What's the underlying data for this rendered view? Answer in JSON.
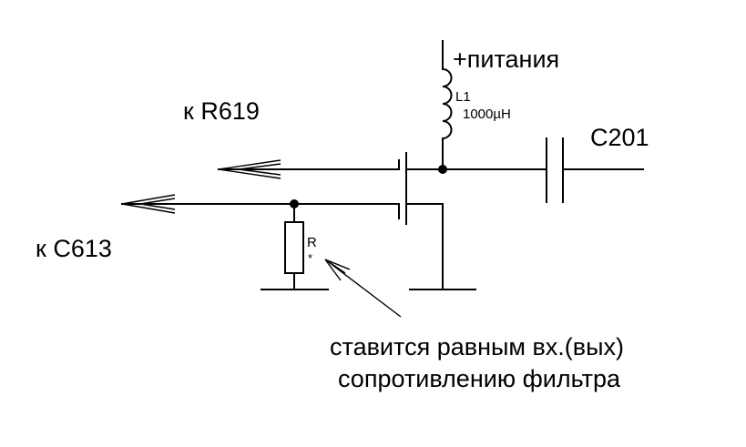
{
  "labels": {
    "supply": "+питания",
    "inductor_ref": "L1",
    "inductor_value": "1000µH",
    "to_r619": "к R619",
    "to_c613": "к C613",
    "capacitor_ref": "C201",
    "resistor_ref": "R",
    "resistor_mark": "*",
    "note_line1": "ставится равным вх.(вых)",
    "note_line2": "сопротивлению фильтра"
  },
  "colors": {
    "line": "#000000",
    "background": "#ffffff"
  }
}
